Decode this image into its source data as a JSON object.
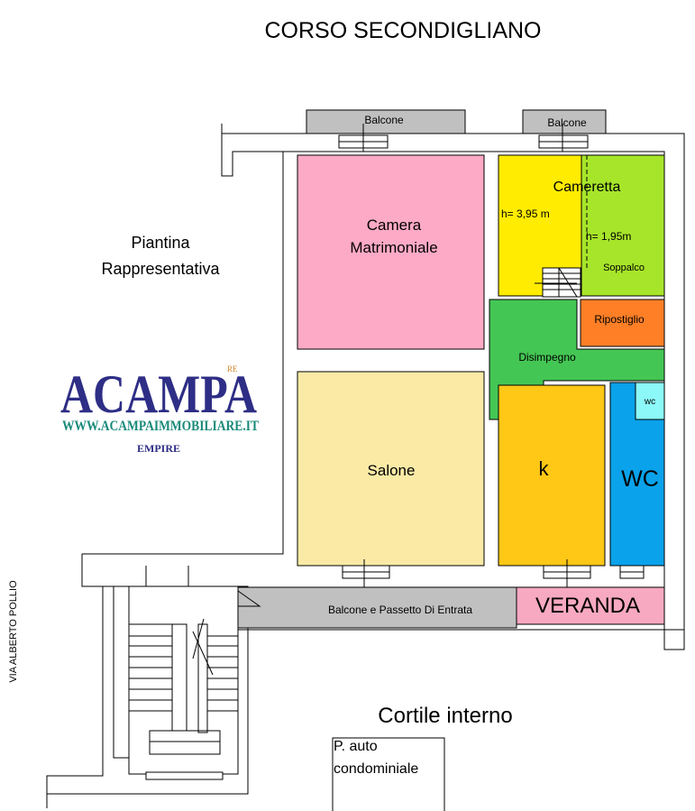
{
  "street_top": "CORSO SECONDIGLIANO",
  "street_side": "VIA ALBERTO POLLIO",
  "title_line1": "Piantina",
  "title_line2": "Rappresentativa",
  "logo": {
    "brand": "ACAMPA",
    "badge": "RE",
    "website": "WWW.ACAMPAIMMOBILIARE.IT",
    "tagline": "EMPIRE",
    "brand_color": "#2e2e86",
    "website_color": "#1a8a7a"
  },
  "rooms": {
    "balcone_left": "Balcone",
    "balcone_right": "Balcone",
    "camera_line1": "Camera",
    "camera_line2": "Matrimoniale",
    "cameretta": "Cameretta",
    "cameretta_height": "h= 3,95 m",
    "soppalco_height": "h= 1,95m",
    "soppalco": "Soppalco",
    "ripostiglio": "Ripostiglio",
    "disimpegno": "Disimpegno",
    "salone": "Salone",
    "kitchen": "k",
    "wc_large": "WC",
    "wc_small": "wc",
    "balcone_entrata": "Balcone e Passetto Di Entrata",
    "veranda": "VERANDA",
    "cortile": "Cortile interno",
    "parking_line1": "P. auto",
    "parking_line2": "condominiale"
  },
  "colors": {
    "camera": "#fdaac6",
    "cameretta": "#ffec00",
    "soppalco": "#a7e52a",
    "ripostiglio": "#ff7f26",
    "disimpegno": "#44c654",
    "salone": "#faeaa6",
    "kitchen": "#ffc716",
    "wc": "#0aa2ea",
    "wc_small": "#8cf8f8",
    "balcony": "#c0c0c0",
    "veranda": "#f7a9c1",
    "wall": "#ffffff",
    "line": "#000000"
  }
}
